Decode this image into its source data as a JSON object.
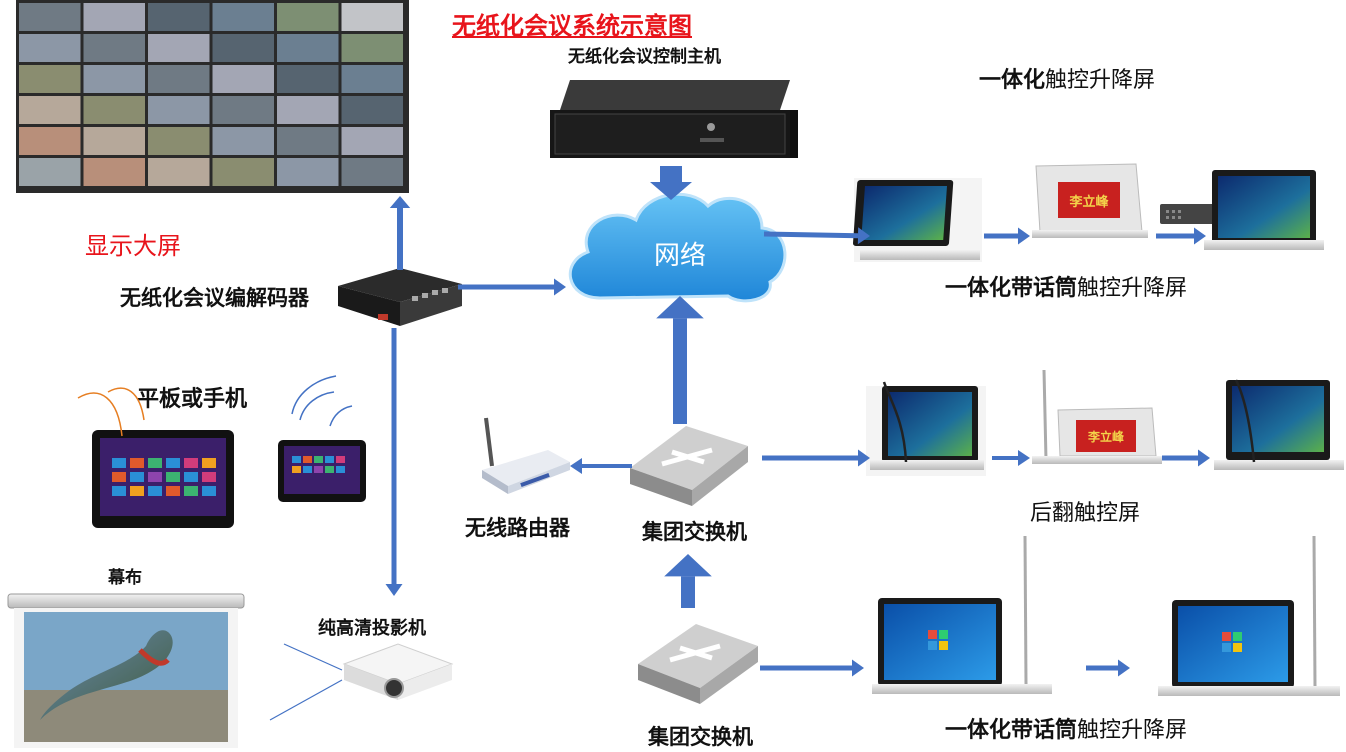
{
  "title": "无纸化会议系统示意图",
  "labels": {
    "control_host": "无纸化会议控制主机",
    "display_screen": "显示大屏",
    "codec": "无纸化会议编解码器",
    "network": "网络",
    "tablet_phone": "平板或手机",
    "wireless_router": "无线路由器",
    "group_switch_1": "集团交换机",
    "group_switch_2": "集团交换机",
    "projection_screen": "幕布",
    "projector": "纯高清投影机",
    "lift_screen_integrated_bold": "一体化",
    "lift_screen_integrated_rest": "触控升降屏",
    "lift_screen_mic_bold_1": "一体化带话筒",
    "lift_screen_mic_rest_1": "触控升降屏",
    "flip_screen": "后翻触控屏",
    "lift_screen_mic_bold_2": "一体化带话筒",
    "lift_screen_mic_rest_2": "触控升降屏"
  },
  "nameplates": {
    "name_1": "李立峰",
    "name_2": "李立峰"
  },
  "colors": {
    "title": "#e8141b",
    "arrow": "#4472c4",
    "cloud": "#2e9ae6",
    "wall": "#2a2a2a"
  },
  "icons": [
    "video-wall-icon",
    "server-icon",
    "cloud-icon",
    "codec-box-icon",
    "tablet-icon",
    "phone-icon",
    "router-icon",
    "switch-icon",
    "projector-icon",
    "projection-screen-icon",
    "lift-monitor-icon",
    "nameplate-icon",
    "microphone-icon",
    "laptop-screen-icon",
    "wifi-signal-icon"
  ]
}
